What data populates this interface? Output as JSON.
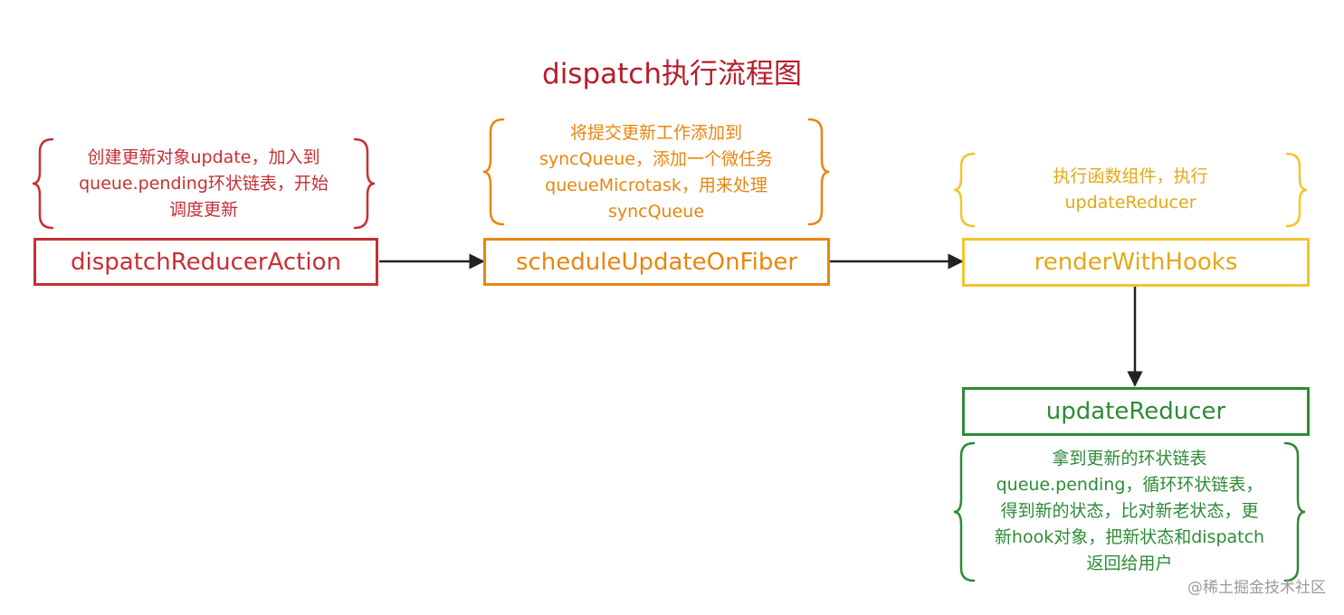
{
  "title": "dispatch执行流程图",
  "colors": {
    "red": "#c62f35",
    "orange": "#e8860f",
    "yellow": "#f2c430",
    "yellow_text": "#e3a816",
    "green": "#2e8b37",
    "arrow": "#222222"
  },
  "nodes": {
    "dispatch_reducer_action": {
      "label": "dispatchReducerAction",
      "note": [
        "创建更新对象update，加入到",
        "queue.pending环状链表，开始",
        "调度更新"
      ]
    },
    "schedule_update_on_fiber": {
      "label": "scheduleUpdateOnFiber",
      "note": [
        "将提交更新工作添加到",
        "syncQueue，添加一个微任务",
        "queueMicrotask，用来处理",
        "syncQueue"
      ]
    },
    "render_with_hooks": {
      "label": "renderWithHooks",
      "note": [
        "执行函数组件，执行",
        "updateReducer"
      ]
    },
    "update_reducer": {
      "label": "updateReducer",
      "note": [
        "拿到更新的环状链表",
        "queue.pending，循环环状链表，",
        "得到新的状态，比对新老状态，更",
        "新hook对象，把新状态和dispatch",
        "返回给用户"
      ]
    }
  },
  "watermark": "@稀土掘金技术社区"
}
